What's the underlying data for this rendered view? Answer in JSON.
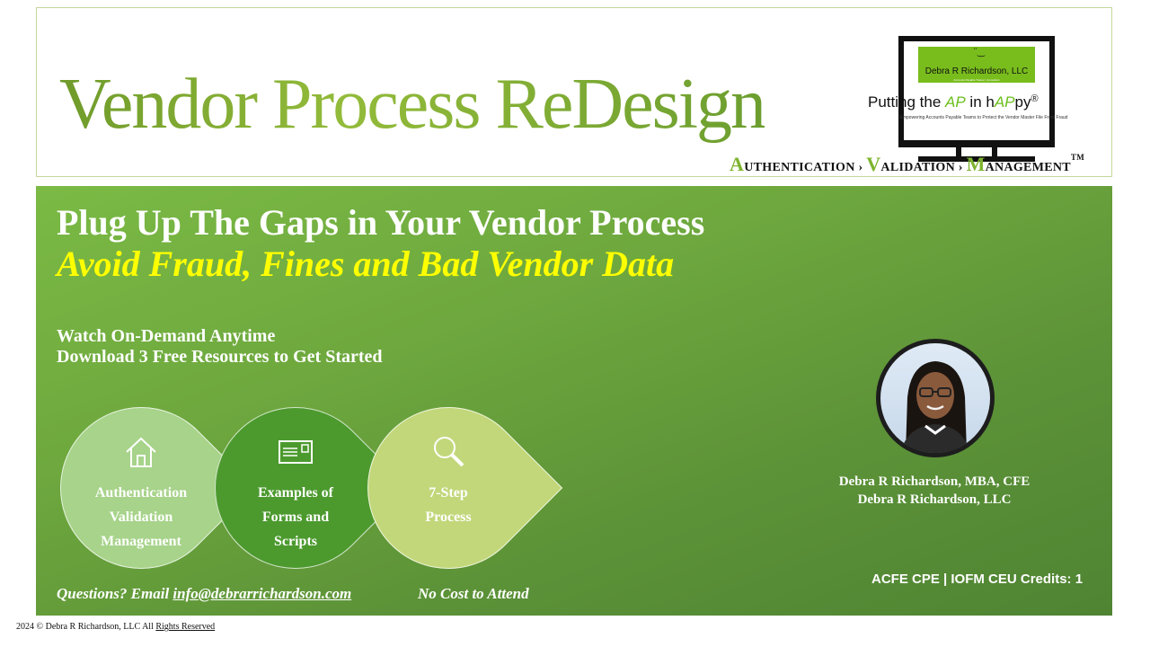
{
  "header": {
    "title": "Vendor Process ReDesign"
  },
  "logo": {
    "smile": "¨‿",
    "company": "Debra R Richardson, LLC",
    "company_sub": "Accounts Payable Trainer | Consultant",
    "tagline_prefix": "Putting the ",
    "tagline_ap1": "AP",
    "tagline_mid": " in h",
    "tagline_ap2": "AP",
    "tagline_suffix": "py",
    "tagline_reg": "®",
    "tagline_sub": "Empowering Accounts Payable Teams to Protect the Vendor Master File From Fraud",
    "avm": {
      "a_cap": "A",
      "a_rest": "UTHENTICATION",
      "sep1": " › ",
      "v_cap": "V",
      "v_rest": "ALIDATION",
      "sep2": " › ",
      "m_cap": "M",
      "m_rest": "ANAGEMENT",
      "tm": "TM"
    }
  },
  "panel": {
    "headline": "Plug Up The Gaps in Your Vendor Process",
    "subhead": "Avoid Fraud, Fines and Bad Vendor Data",
    "watch_line1": "Watch On-Demand Anytime",
    "watch_line2": "Download 3 Free Resources to Get Started",
    "steps": [
      {
        "icon": "house-icon",
        "lines": [
          "Authentication",
          "Validation",
          "Management"
        ]
      },
      {
        "icon": "envelope-icon",
        "lines": [
          "Examples of",
          "Forms and",
          "Scripts"
        ]
      },
      {
        "icon": "magnifier-icon",
        "lines": [
          "7-Step",
          "Process"
        ]
      }
    ],
    "presenter_name": "Debra R Richardson,  MBA, CFE",
    "presenter_company": "Debra R Richardson,  LLC",
    "credits": "ACFE CPE | IOFM CEU Credits:  1",
    "questions_prefix": "Questions? Email ",
    "email": "info@debrarrichardson.com",
    "no_cost": "No Cost to Attend"
  },
  "footer": {
    "prefix": "2024 © Debra R Richardson, LLC  All ",
    "underlined": "Rights Reserved"
  },
  "colors": {
    "title_green": "#7fab32",
    "panel_green": "#6ea83e",
    "accent_yellow": "#ffff00",
    "step1": "#a7d38a",
    "step2": "#4c9a2e",
    "step3": "#c2d77a"
  }
}
